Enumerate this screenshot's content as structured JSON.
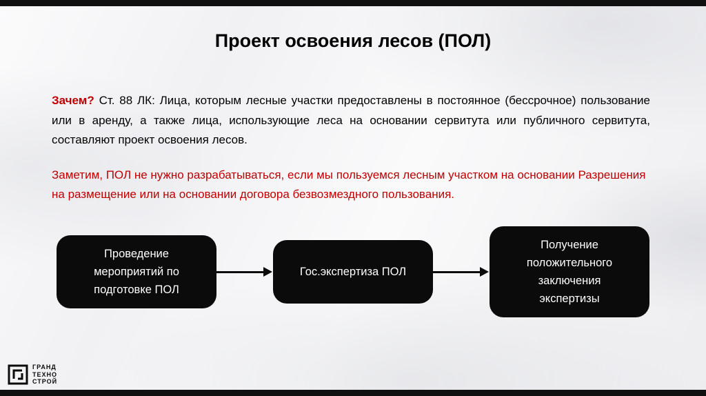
{
  "slide": {
    "title": "Проект освоения лесов (ПОЛ)",
    "colors": {
      "accent_red": "#c00000",
      "box_black": "#0b0b0b"
    },
    "why_paragraph": {
      "lead": "Зачем?",
      "text": " Ст. 88 ЛК: Лица, которым лесные участки предоставлены в постоянное (бессрочное) пользование или в аренду, а также лица, использующие леса на основании сервитута или публичного сервитута, составляют проект освоения лесов."
    },
    "note_paragraph": "Заметим, ПОЛ не нужно разрабатываться, если мы пользуемся лесным участком на основании Разрешения на размещение или на основании договора безвозмездного пользования.",
    "flowchart": {
      "steps": [
        {
          "label": "Проведение мероприятий по подготовке ПОЛ"
        },
        {
          "label": "Гос.экспертиза ПОЛ"
        },
        {
          "label": "Получение положительного заключения экспертизы"
        }
      ]
    },
    "logo": {
      "line1": "ГРАНД",
      "line2": "ТЕХНО",
      "line3": "СТРОЙ"
    }
  }
}
